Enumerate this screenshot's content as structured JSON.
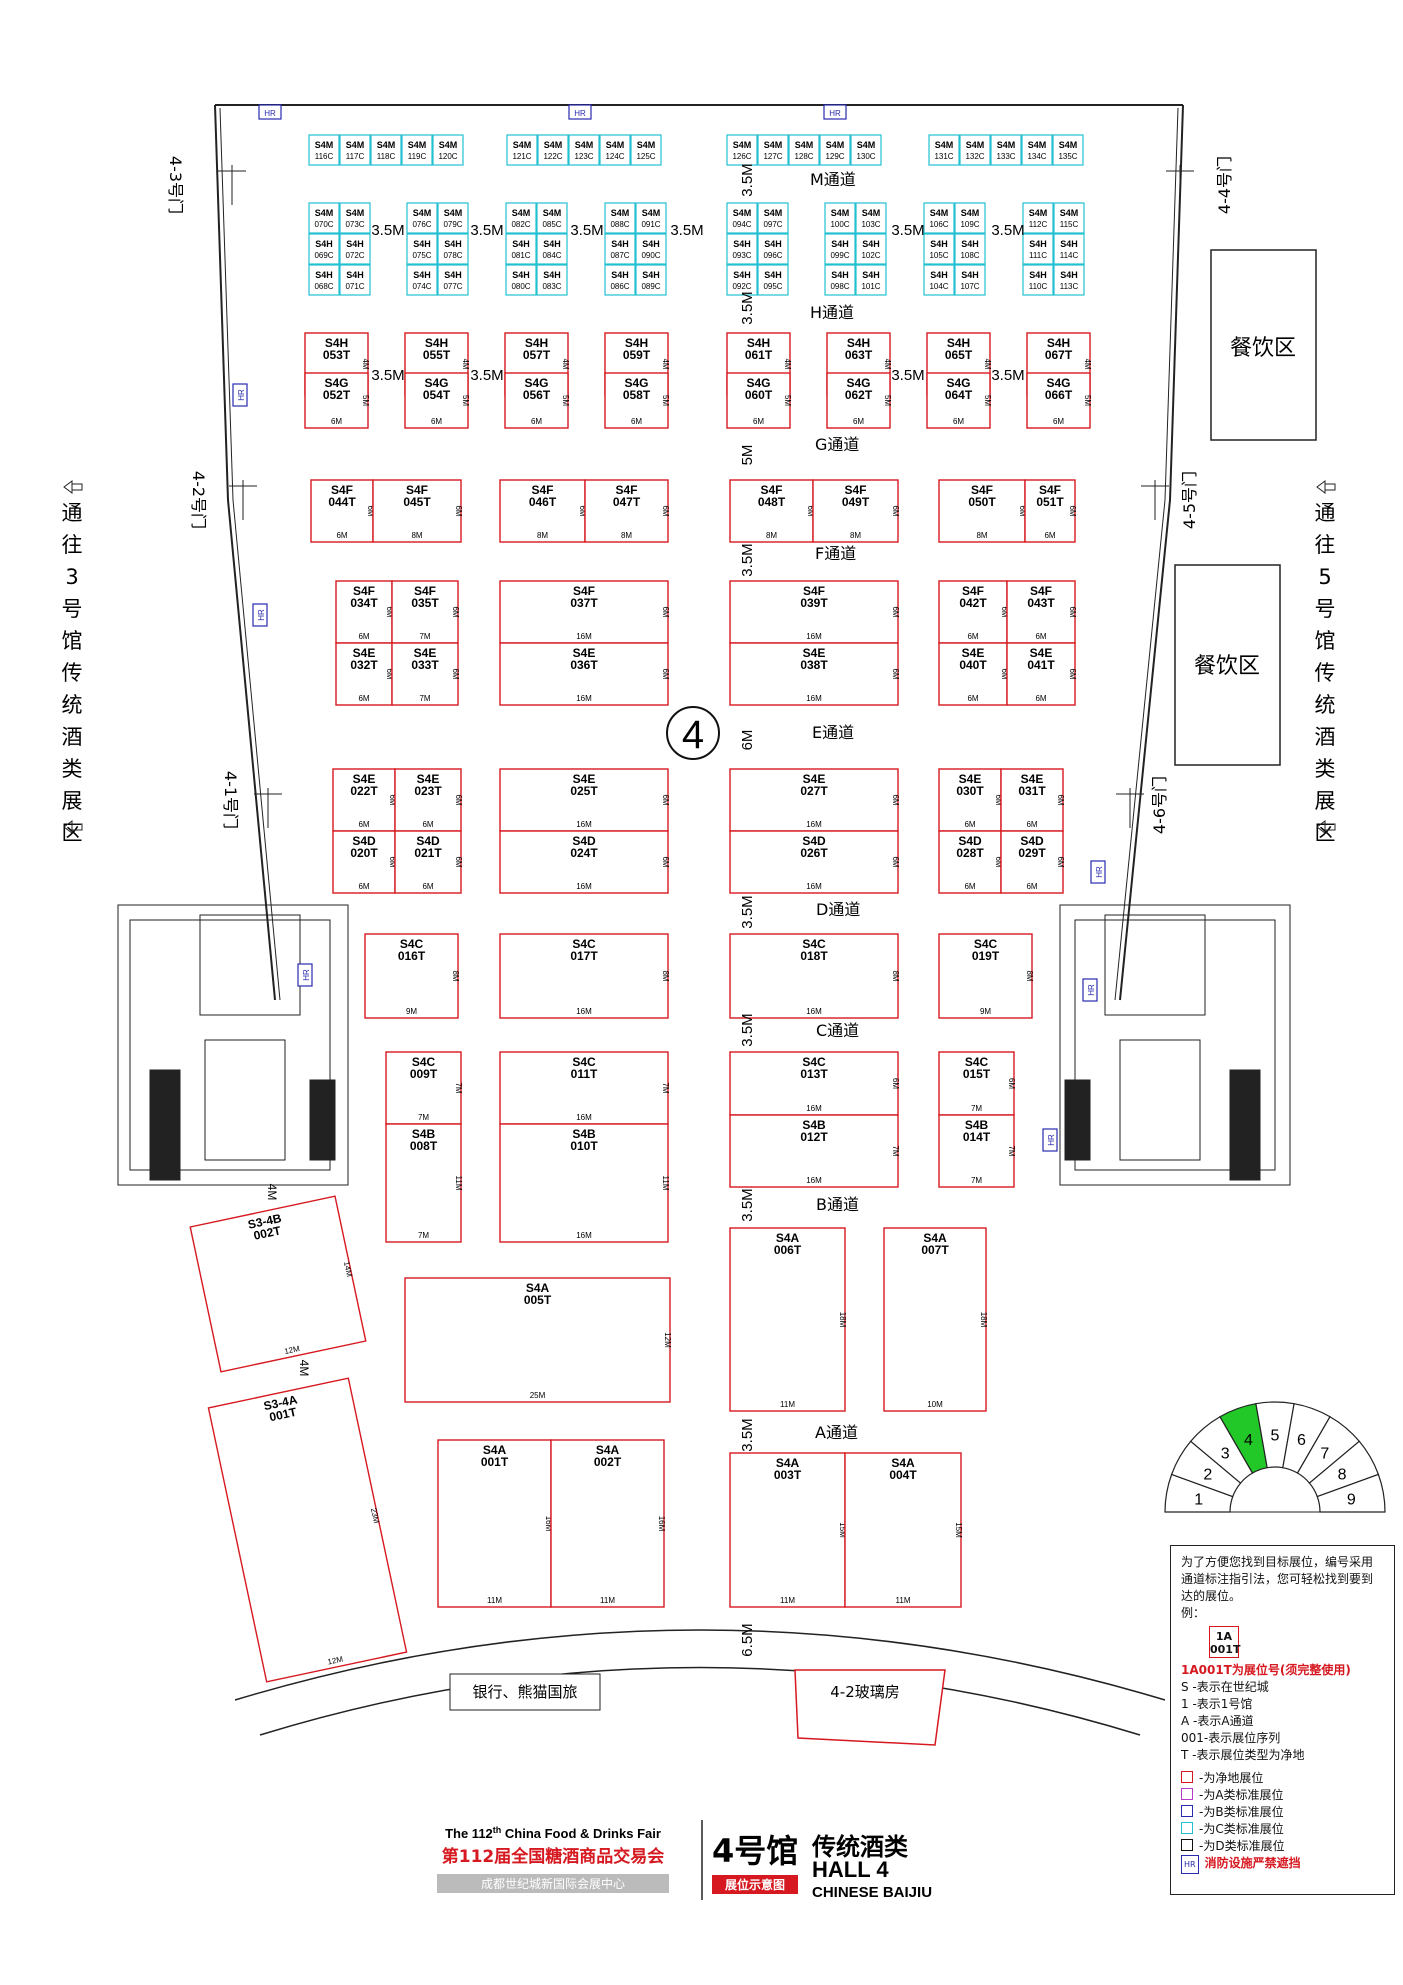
{
  "hall_mark": "4",
  "doors": {
    "d43": "4-3号门",
    "d44": "4-4号门",
    "d42": "4-2号门",
    "d45": "4-5号门",
    "d41": "4-1号门",
    "d46": "4-6号门"
  },
  "side_left": "通往3号馆传统酒类展区",
  "side_right": "通往5号馆传统酒类展区",
  "dining": "餐饮区",
  "aisles": {
    "M": "M通道",
    "H": "H通道",
    "G": "G通道",
    "F": "F通道",
    "E": "E通道",
    "D": "D通道",
    "C": "C通道",
    "B": "B通道",
    "A": "A通道"
  },
  "dims": {
    "d35": "3.5M",
    "d5": "5M",
    "d6": "6M",
    "d65": "6.5M",
    "d4": "4M"
  },
  "bank": "银行、熊猫国旅",
  "glass": "4-2玻璃房",
  "hr_tag": "HR",
  "booths_small": [
    [
      "S4M",
      "116C"
    ],
    [
      "S4M",
      "117C"
    ],
    [
      "S4M",
      "118C"
    ],
    [
      "S4M",
      "119C"
    ],
    [
      "S4M",
      "120C"
    ],
    [
      "S4M",
      "121C"
    ],
    [
      "S4M",
      "122C"
    ],
    [
      "S4M",
      "123C"
    ],
    [
      "S4M",
      "124C"
    ],
    [
      "S4M",
      "125C"
    ],
    [
      "S4M",
      "126C"
    ],
    [
      "S4M",
      "127C"
    ],
    [
      "S4M",
      "128C"
    ],
    [
      "S4M",
      "129C"
    ],
    [
      "S4M",
      "130C"
    ],
    [
      "S4M",
      "131C"
    ],
    [
      "S4M",
      "132C"
    ],
    [
      "S4M",
      "133C"
    ],
    [
      "S4M",
      "134C"
    ],
    [
      "S4M",
      "135C"
    ],
    [
      "S4M",
      "070C"
    ],
    [
      "S4M",
      "073C"
    ],
    [
      "S4H",
      "069C"
    ],
    [
      "S4H",
      "072C"
    ],
    [
      "S4H",
      "068C"
    ],
    [
      "S4H",
      "071C"
    ],
    [
      "S4M",
      "076C"
    ],
    [
      "S4M",
      "079C"
    ],
    [
      "S4H",
      "075C"
    ],
    [
      "S4H",
      "078C"
    ],
    [
      "S4H",
      "074C"
    ],
    [
      "S4H",
      "077C"
    ],
    [
      "S4M",
      "082C"
    ],
    [
      "S4M",
      "085C"
    ],
    [
      "S4H",
      "081C"
    ],
    [
      "S4H",
      "084C"
    ],
    [
      "S4H",
      "080C"
    ],
    [
      "S4H",
      "083C"
    ],
    [
      "S4M",
      "088C"
    ],
    [
      "S4M",
      "091C"
    ],
    [
      "S4H",
      "087C"
    ],
    [
      "S4H",
      "090C"
    ],
    [
      "S4H",
      "086C"
    ],
    [
      "S4H",
      "089C"
    ],
    [
      "S4M",
      "094C"
    ],
    [
      "S4M",
      "097C"
    ],
    [
      "S4H",
      "093C"
    ],
    [
      "S4H",
      "096C"
    ],
    [
      "S4H",
      "092C"
    ],
    [
      "S4H",
      "095C"
    ],
    [
      "S4M",
      "100C"
    ],
    [
      "S4M",
      "103C"
    ],
    [
      "S4H",
      "099C"
    ],
    [
      "S4H",
      "102C"
    ],
    [
      "S4H",
      "098C"
    ],
    [
      "S4H",
      "101C"
    ],
    [
      "S4M",
      "106C"
    ],
    [
      "S4M",
      "109C"
    ],
    [
      "S4H",
      "105C"
    ],
    [
      "S4H",
      "108C"
    ],
    [
      "S4H",
      "104C"
    ],
    [
      "S4H",
      "107C"
    ],
    [
      "S4M",
      "112C"
    ],
    [
      "S4M",
      "115C"
    ],
    [
      "S4H",
      "111C"
    ],
    [
      "S4H",
      "114C"
    ],
    [
      "S4H",
      "110C"
    ],
    [
      "S4H",
      "113C"
    ]
  ],
  "booths": [
    [
      "S4H",
      "053T",
      "6M",
      "4M"
    ],
    [
      "S4G",
      "052T",
      "6M",
      "5M"
    ],
    [
      "S4H",
      "055T",
      "6M",
      "4M"
    ],
    [
      "S4G",
      "054T",
      "6M",
      "5M"
    ],
    [
      "S4H",
      "057T",
      "6M",
      "4M"
    ],
    [
      "S4G",
      "056T",
      "6M",
      "5M"
    ],
    [
      "S4H",
      "059T",
      "6M",
      "4M"
    ],
    [
      "S4G",
      "058T",
      "6M",
      "5M"
    ],
    [
      "S4H",
      "061T",
      "6M",
      "4M"
    ],
    [
      "S4G",
      "060T",
      "6M",
      "5M"
    ],
    [
      "S4H",
      "063T",
      "6M",
      "4M"
    ],
    [
      "S4G",
      "062T",
      "6M",
      "5M"
    ],
    [
      "S4H",
      "065T",
      "6M",
      "4M"
    ],
    [
      "S4G",
      "064T",
      "6M",
      "5M"
    ],
    [
      "S4H",
      "067T",
      "6M",
      "4M"
    ],
    [
      "S4G",
      "066T",
      "6M",
      "5M"
    ],
    [
      "S4F",
      "044T",
      "6M",
      "6M"
    ],
    [
      "S4F",
      "045T",
      "8M",
      "6M"
    ],
    [
      "S4F",
      "046T",
      "8M",
      "6M"
    ],
    [
      "S4F",
      "047T",
      "8M",
      "6M"
    ],
    [
      "S4F",
      "048T",
      "8M",
      "6M"
    ],
    [
      "S4F",
      "049T",
      "8M",
      "6M"
    ],
    [
      "S4F",
      "050T",
      "8M",
      "6M"
    ],
    [
      "S4F",
      "051T",
      "6M",
      "6M"
    ],
    [
      "S4F",
      "034T",
      "6M",
      "6M"
    ],
    [
      "S4F",
      "035T",
      "7M",
      "6M"
    ],
    [
      "S4E",
      "032T",
      "6M",
      "6M"
    ],
    [
      "S4E",
      "033T",
      "7M",
      "6M"
    ],
    [
      "S4F",
      "037T",
      "16M",
      "6M"
    ],
    [
      "S4E",
      "036T",
      "16M",
      "6M"
    ],
    [
      "S4F",
      "039T",
      "16M",
      "6M"
    ],
    [
      "S4E",
      "038T",
      "16M",
      "6M"
    ],
    [
      "S4F",
      "042T",
      "6M",
      "6M"
    ],
    [
      "S4F",
      "043T",
      "6M",
      "6M"
    ],
    [
      "S4E",
      "040T",
      "6M",
      "6M"
    ],
    [
      "S4E",
      "041T",
      "6M",
      "6M"
    ],
    [
      "S4E",
      "022T",
      "6M",
      "6M"
    ],
    [
      "S4E",
      "023T",
      "6M",
      "6M"
    ],
    [
      "S4D",
      "020T",
      "6M",
      "6M"
    ],
    [
      "S4D",
      "021T",
      "6M",
      "6M"
    ],
    [
      "S4E",
      "025T",
      "16M",
      "6M"
    ],
    [
      "S4D",
      "024T",
      "16M",
      "6M"
    ],
    [
      "S4E",
      "027T",
      "16M",
      "6M"
    ],
    [
      "S4D",
      "026T",
      "16M",
      "6M"
    ],
    [
      "S4E",
      "030T",
      "6M",
      "6M"
    ],
    [
      "S4E",
      "031T",
      "6M",
      "6M"
    ],
    [
      "S4D",
      "028T",
      "6M",
      "6M"
    ],
    [
      "S4D",
      "029T",
      "6M",
      "6M"
    ],
    [
      "S4C",
      "016T",
      "9M",
      "8M"
    ],
    [
      "S4C",
      "017T",
      "16M",
      "8M"
    ],
    [
      "S4C",
      "018T",
      "16M",
      "8M"
    ],
    [
      "S4C",
      "019T",
      "9M",
      "8M"
    ],
    [
      "S4C",
      "009T",
      "7M",
      "7M"
    ],
    [
      "S4B",
      "008T",
      "7M",
      "11M"
    ],
    [
      "S4C",
      "011T",
      "16M",
      "7M"
    ],
    [
      "S4B",
      "010T",
      "16M",
      "11M"
    ],
    [
      "S4C",
      "013T",
      "16M",
      "6M"
    ],
    [
      "S4B",
      "012T",
      "16M",
      "7M"
    ],
    [
      "S4C",
      "015T",
      "7M",
      "6M"
    ],
    [
      "S4B",
      "014T",
      "7M",
      "7M"
    ],
    [
      "S4A",
      "005T",
      "25M",
      "12M"
    ],
    [
      "S4A",
      "006T",
      "11M",
      "18M"
    ],
    [
      "S4A",
      "007T",
      "10M",
      "18M"
    ],
    [
      "S4A",
      "001T",
      "11M",
      "16M"
    ],
    [
      "S4A",
      "002T",
      "11M",
      "16M"
    ],
    [
      "S4A",
      "003T",
      "11M",
      "15M"
    ],
    [
      "S4A",
      "004T",
      "11M",
      "15M"
    ],
    [
      "S3-4B",
      "002T",
      "12M",
      "14M"
    ],
    [
      "S3-4A",
      "001T",
      "12M",
      "23M"
    ]
  ],
  "key_numbers": [
    "1",
    "2",
    "3",
    "4",
    "5",
    "6",
    "7",
    "8",
    "9"
  ],
  "legend": {
    "intro": "为了方便您找到目标展位，编号采用通道标注指引法，您可轻松找到要到达的展位。",
    "example_label": "例：",
    "example_line1": "1A",
    "example_line2": "001T",
    "example_note": "1A001T为展位号(须完整使用)",
    "items": [
      "S  -表示在世纪城",
      "1  -表示1号馆",
      "A  -表示A通道",
      "001-表示展位序列",
      "T  -表示展位类型为净地"
    ],
    "types": [
      {
        "label": "-为净地展位",
        "color": "#d61920"
      },
      {
        "label": "-为A类标准展位",
        "color": "#b43cc8"
      },
      {
        "label": "-为B类标准展位",
        "color": "#2a2ab0"
      },
      {
        "label": "-为C类标准展位",
        "color": "#22c0d0"
      },
      {
        "label": "-为D类标准展位",
        "color": "#111111"
      }
    ],
    "fire_label": "消防设施严禁遮挡"
  },
  "title": {
    "en_fair_pre": "The 112",
    "en_fair_sup": "th",
    "en_fair_post": " China Food & Drinks Fair",
    "cn_fair": "第112届全国糖酒商品交易会",
    "venue": "成都世纪城新国际会展中心",
    "hall_cn": "4号馆",
    "category_cn": "传统酒类",
    "hall_en": "HALL 4",
    "badge": "展位示意图",
    "category_en": "CHINESE BAIJIU"
  },
  "colors": {
    "booth": "#d61920",
    "small": "#22c0d0",
    "line": "#222222",
    "active_hall": "#22c828",
    "hr": "#2a2ab0"
  }
}
